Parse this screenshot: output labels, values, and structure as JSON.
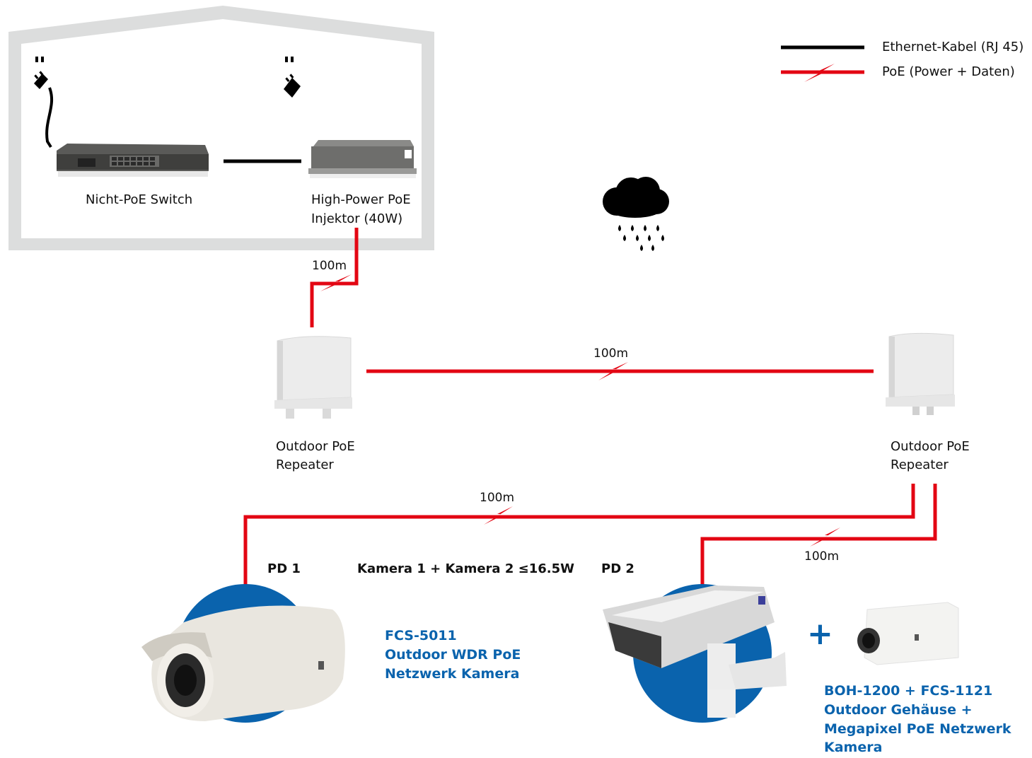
{
  "legend": {
    "ethernet": {
      "label": "Ethernet-Kabel (RJ 45)",
      "color": "#000000"
    },
    "poe": {
      "label": "PoE (Power + Daten)",
      "color": "#e30613"
    }
  },
  "building": {
    "devices": [
      {
        "id": "switch",
        "label": "Nicht-PoE Switch"
      },
      {
        "id": "injector",
        "label_line1": "High-Power PoE",
        "label_line2": "Injektor (40W)"
      }
    ]
  },
  "weather_icon": "rain-cloud-icon",
  "repeaters": [
    {
      "label_line1": "Outdoor PoE",
      "label_line2": "Repeater"
    },
    {
      "label_line1": "Outdoor PoE",
      "label_line2": "Repeater"
    }
  ],
  "cable_distances": [
    "100m",
    "100m",
    "100m",
    "100m"
  ],
  "power_note": "Kamera 1 + Kamera 2 ≤16.5W",
  "pd_labels": [
    "PD 1",
    "PD 2"
  ],
  "plus_sign": "+",
  "cameras": [
    {
      "line1": "FCS-5011",
      "line2": "Outdoor WDR PoE",
      "line3": "Netzwerk Kamera"
    },
    {
      "line1": "BOH-1200 + FCS-1121",
      "line2": "Outdoor Gehäuse +",
      "line3": "Megapixel PoE Netzwerk",
      "line4": "Kamera"
    }
  ],
  "colors": {
    "poe_red": "#e30613",
    "accent_blue": "#0a63ad",
    "building_gray": "#dcdddd"
  }
}
